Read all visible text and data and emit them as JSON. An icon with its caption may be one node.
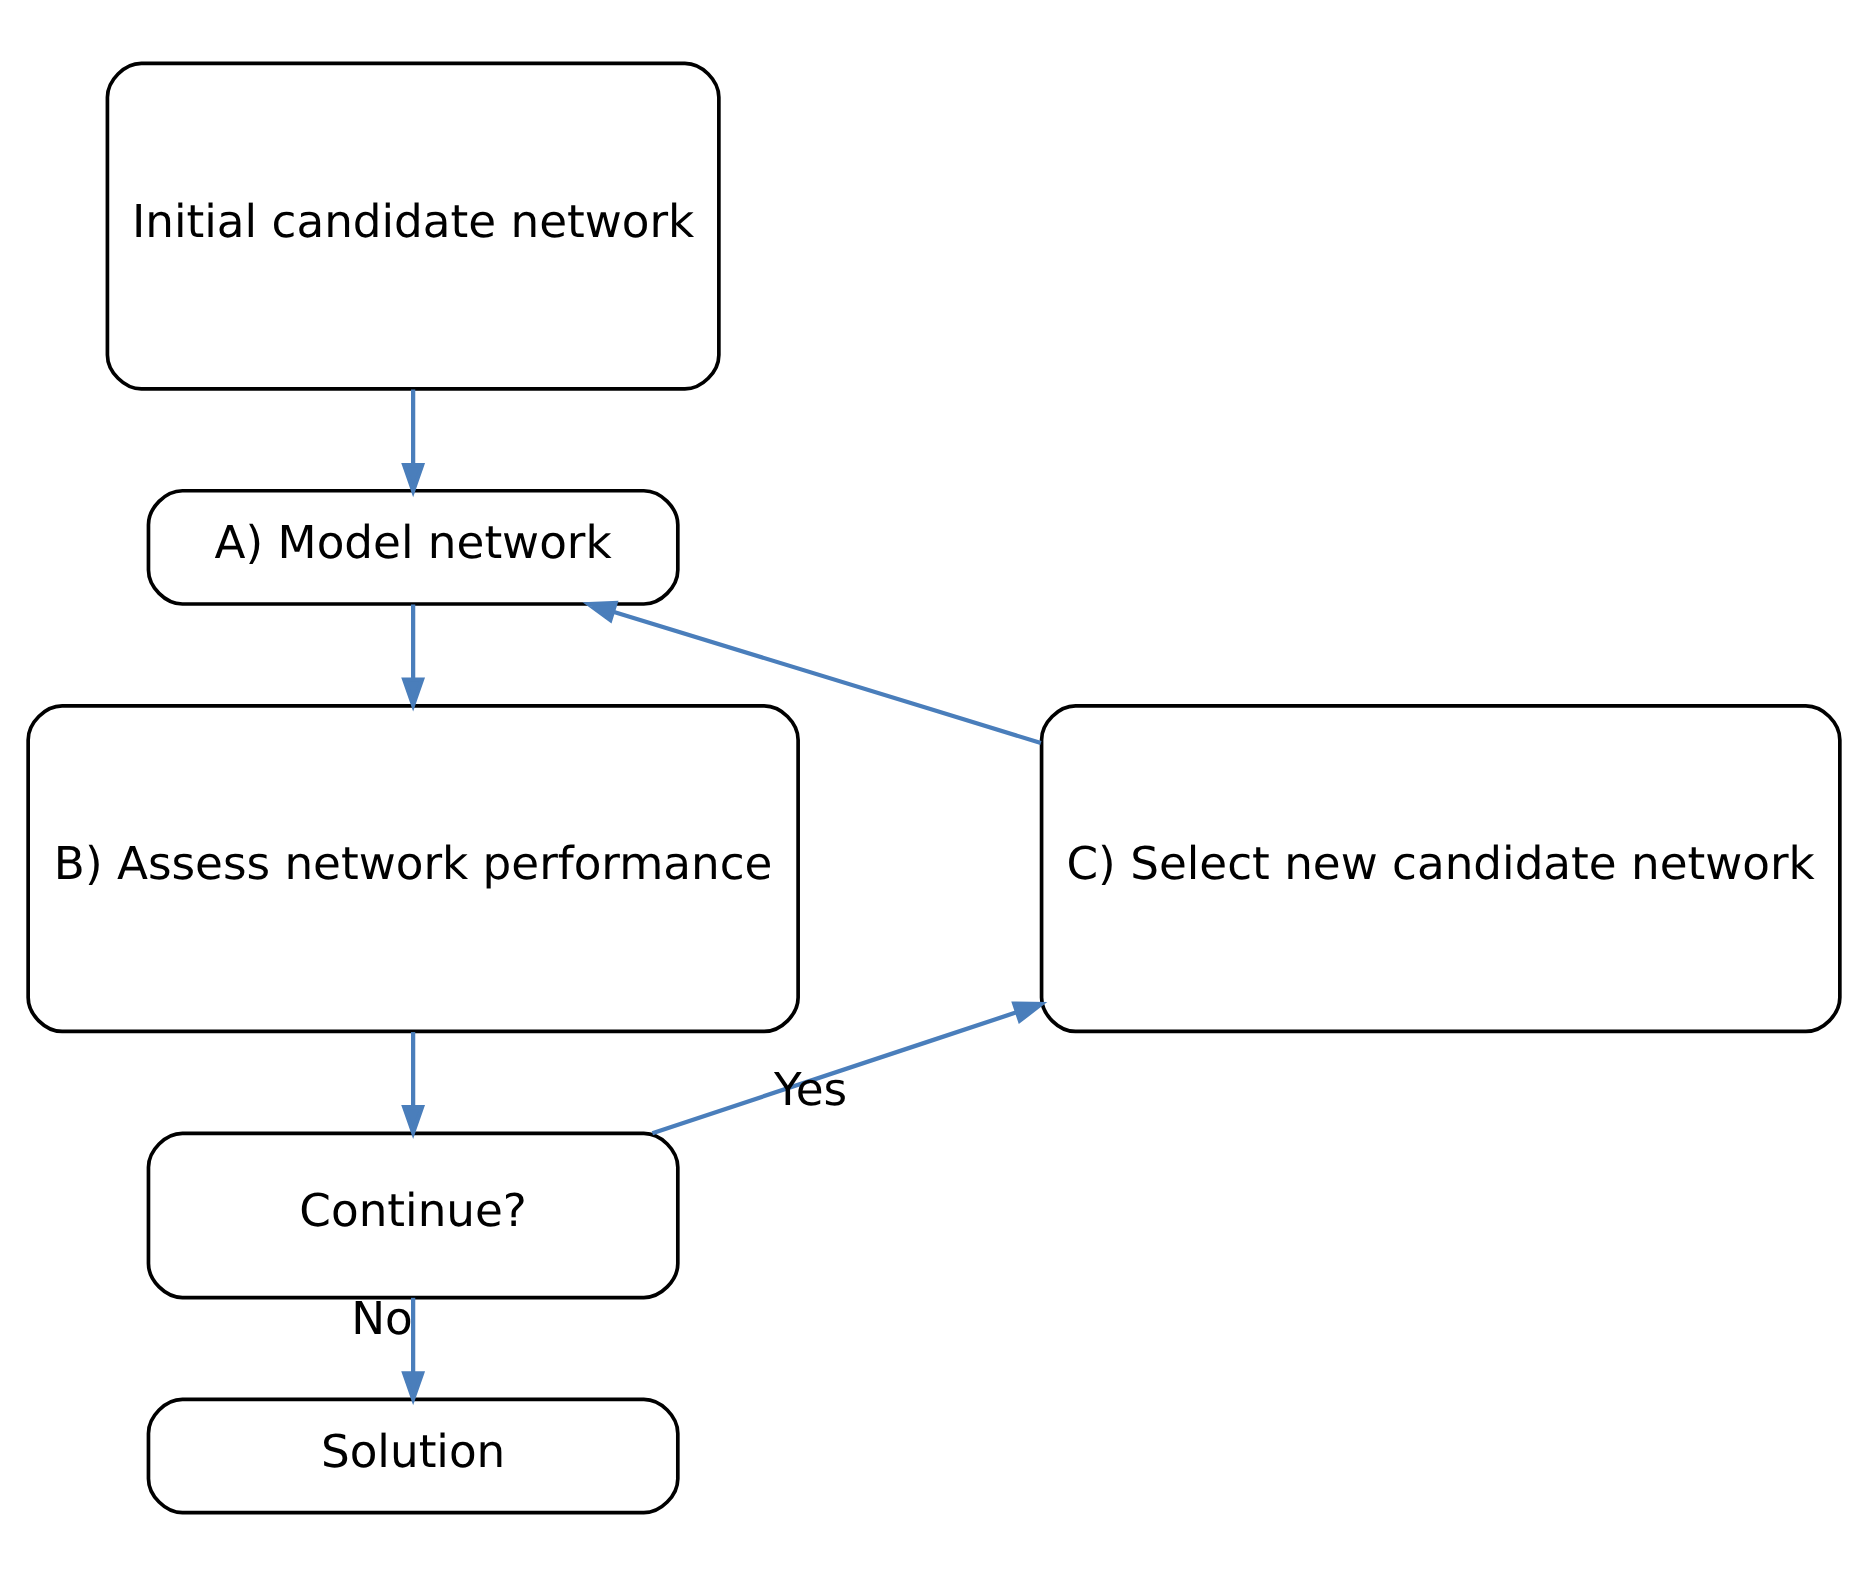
{
  "diagram": {
    "nodes": [
      {
        "text": [
          "Initial candidate network"
        ]
      },
      {
        "text": [
          "A) Model network"
        ]
      },
      {
        "text": [
          "C) Select new candidate network"
        ]
      },
      {
        "text": [
          "B) Assess network performance"
        ]
      },
      {
        "text": [
          "Continue?"
        ]
      },
      {
        "text": [
          "Solution"
        ]
      }
    ],
    "edges": [
      {
        "from": 0,
        "to": 1,
        "arrow": "to"
      },
      {
        "from": 1,
        "to": 3,
        "arrow": "to"
      },
      {
        "from": 3,
        "to": 4,
        "arrow": "to"
      },
      {
        "from": 4,
        "to": 2,
        "arrow": "to",
        "label": "Yes"
      },
      {
        "from": 2,
        "to": 1,
        "arrow": "to"
      },
      {
        "from": 4,
        "to": 5,
        "arrow": "to",
        "label": "No"
      }
    ]
  }
}
